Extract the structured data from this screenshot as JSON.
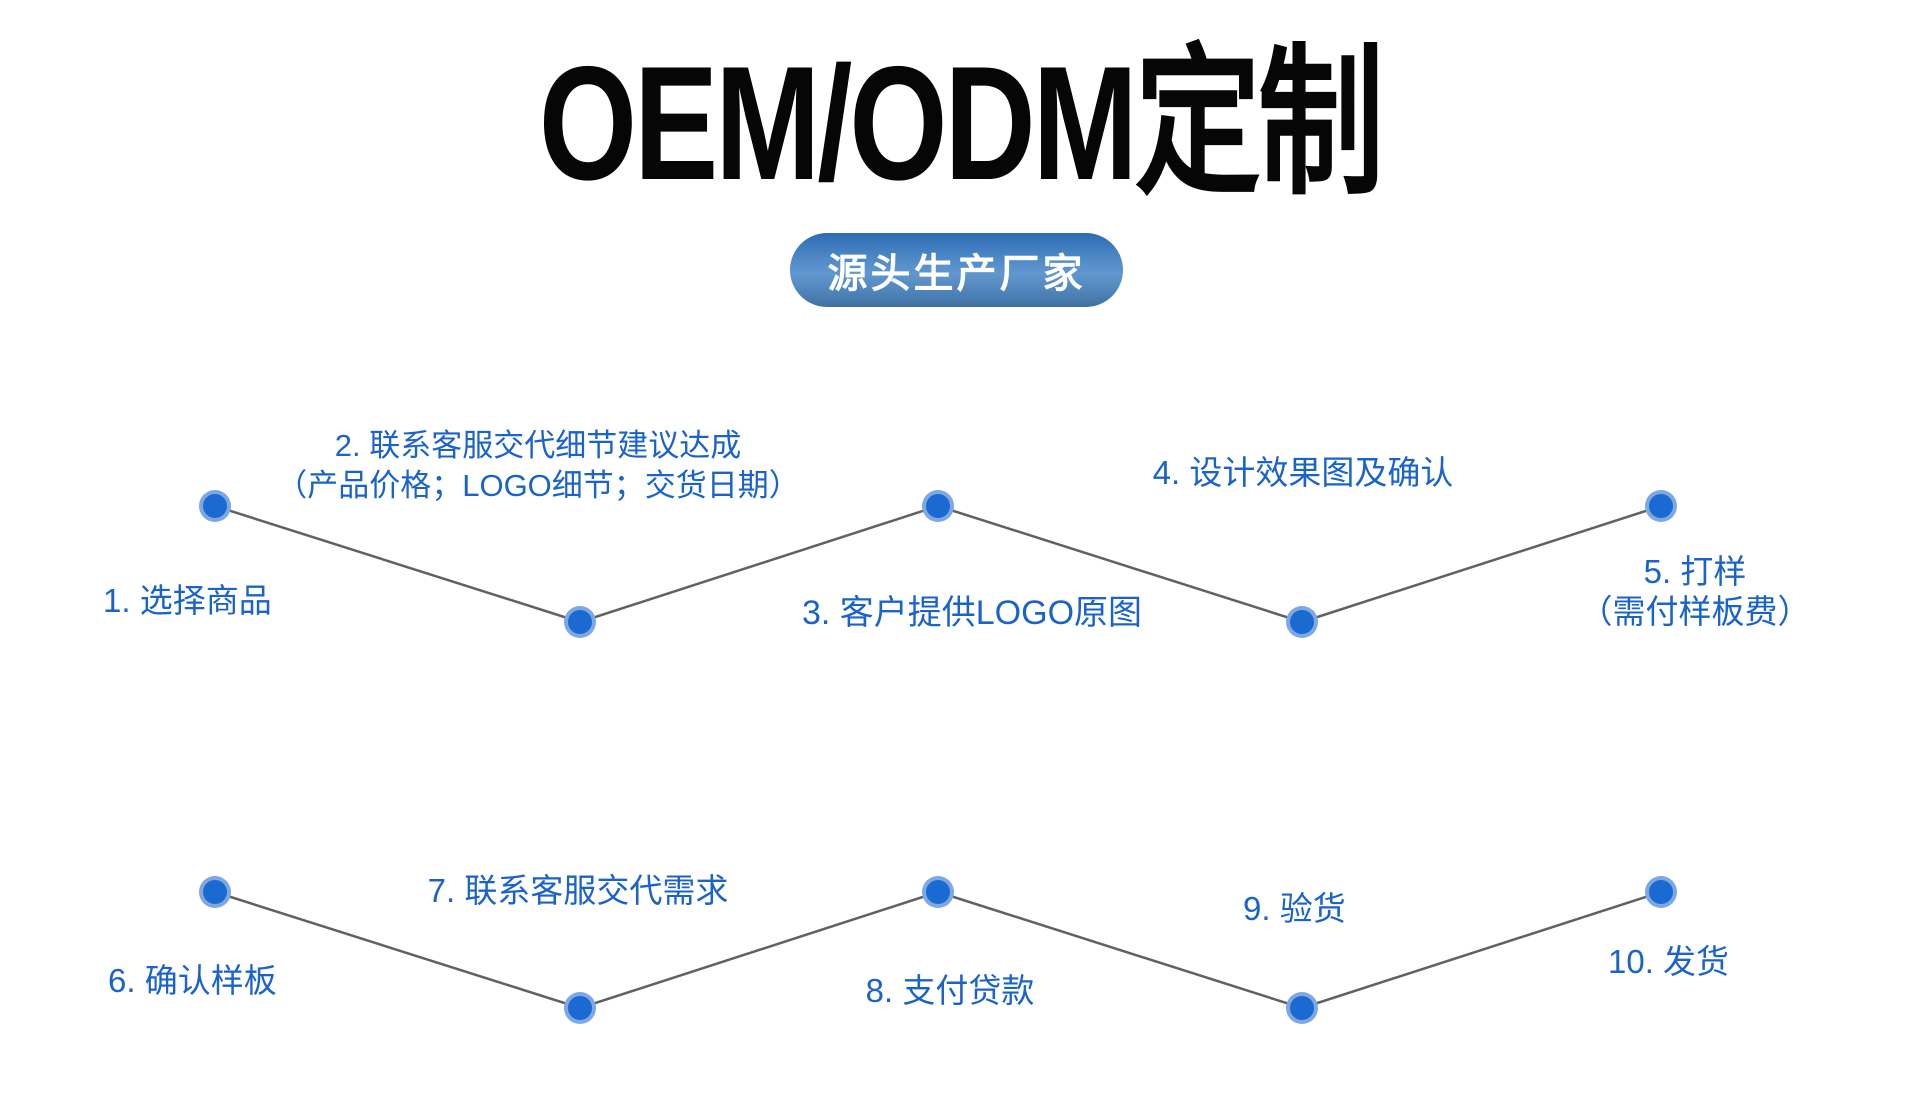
{
  "header": {
    "title": "OEM/ODM定制",
    "badge": "源头生产厂家"
  },
  "flow": {
    "steps": [
      {
        "label": "1. 选择商品"
      },
      {
        "label": "2. 联系客服交代细节建议达成",
        "sub": "（产品价格；LOGO细节；交货日期）"
      },
      {
        "label": "3. 客户提供LOGO原图"
      },
      {
        "label": "4. 设计效果图及确认"
      },
      {
        "label": "5. 打样",
        "sub": "（需付样板费）"
      },
      {
        "label": "6. 确认样板"
      },
      {
        "label": "7. 联系客服交代需求"
      },
      {
        "label": "8. 支付贷款"
      },
      {
        "label": "9. 验货"
      },
      {
        "label": "10. 发货"
      }
    ]
  },
  "colors": {
    "label_text": "#1a63ca",
    "node_core": "#1b6ad1",
    "node_ring": "#7ea8e3",
    "connector_line": "#616161",
    "title_text": "#060606",
    "badge_text": "#ffffff",
    "badge_blue_top": "#2d6cb6",
    "badge_blue_mid": "#6197cf",
    "badge_blue_bottom": "#416fa0",
    "background": "#ffffff"
  }
}
